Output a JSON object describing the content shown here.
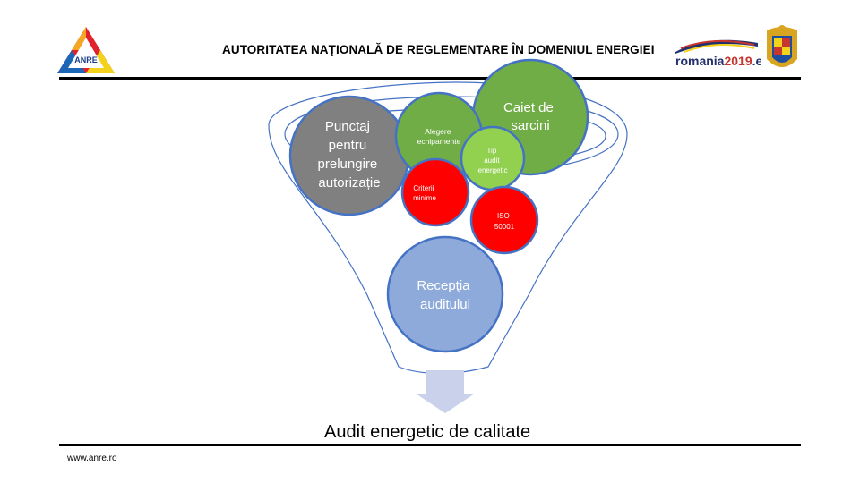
{
  "header": {
    "logo_text": "ANRE",
    "title": "AUTORITATEA NAŢIONALĂ DE REGLEMENTARE ÎN DOMENIUL ENERGIEI",
    "event_logo": {
      "part1": "romania",
      "part2": "2019",
      "part3": ".eu"
    }
  },
  "funnel": {
    "circles": [
      {
        "label_lines": [
          "Punctaj",
          "pentru",
          "prelungire",
          "autorizație"
        ],
        "color": "#808080"
      },
      {
        "label_lines": [
          "Alegere",
          "echipamente"
        ],
        "color": "#70ad47"
      },
      {
        "label_lines": [
          "Caiet de",
          "sarcini"
        ],
        "color": "#70ad47"
      },
      {
        "label_lines": [
          "Tip",
          "audit",
          "energetic"
        ],
        "color": "#92d050"
      },
      {
        "label_lines": [
          "Criterii",
          "minime"
        ],
        "color": "#ff0000"
      },
      {
        "label_lines": [
          "ISO",
          "50001"
        ],
        "color": "#ff0000"
      },
      {
        "label_lines": [
          "Recepţia",
          "auditului"
        ],
        "color": "#8eaadb"
      }
    ],
    "arrow_color": "#c9d2ea",
    "outline_color": "#4472c4"
  },
  "result": {
    "label": "Audit energetic de calitate"
  },
  "footer": {
    "url": "www.anre.ro"
  }
}
